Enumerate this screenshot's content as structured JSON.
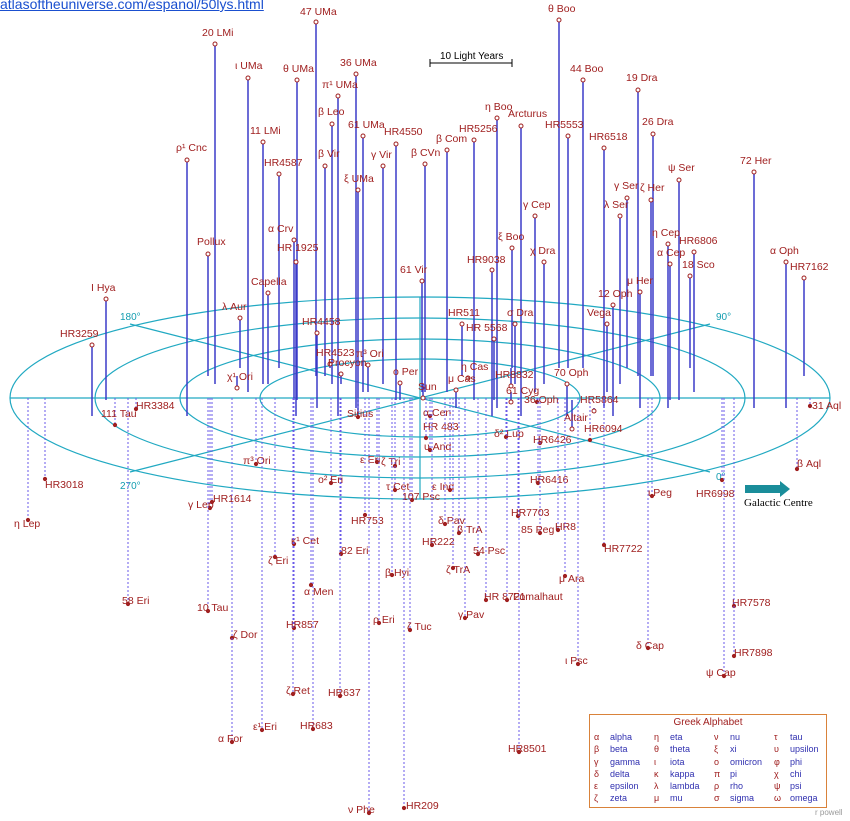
{
  "url": "atlasoftheuniverse.com/espanol/50lys.html",
  "scale_label": "10 Light Years",
  "galactic_centre": "Galactic Centre",
  "credit": "r powell",
  "degrees": [
    "180°",
    "90°",
    "270°",
    "0°"
  ],
  "legend": {
    "title": "Greek Alphabet",
    "columns": [
      [
        {
          "sym": "α",
          "name": "alpha"
        },
        {
          "sym": "β",
          "name": "beta"
        },
        {
          "sym": "γ",
          "name": "gamma"
        },
        {
          "sym": "δ",
          "name": "delta"
        },
        {
          "sym": "ε",
          "name": "epsilon"
        },
        {
          "sym": "ζ",
          "name": "zeta"
        }
      ],
      [
        {
          "sym": "η",
          "name": "eta"
        },
        {
          "sym": "θ",
          "name": "theta"
        },
        {
          "sym": "ι",
          "name": "iota"
        },
        {
          "sym": "κ",
          "name": "kappa"
        },
        {
          "sym": "λ",
          "name": "lambda"
        },
        {
          "sym": "μ",
          "name": "mu"
        }
      ],
      [
        {
          "sym": "ν",
          "name": "nu"
        },
        {
          "sym": "ξ",
          "name": "xi"
        },
        {
          "sym": "ο",
          "name": "omicron"
        },
        {
          "sym": "π",
          "name": "pi"
        },
        {
          "sym": "ρ",
          "name": "rho"
        },
        {
          "sym": "σ",
          "name": "sigma"
        }
      ],
      [
        {
          "sym": "τ",
          "name": "tau"
        },
        {
          "sym": "υ",
          "name": "upsilon"
        },
        {
          "sym": "φ",
          "name": "phi"
        },
        {
          "sym": "χ",
          "name": "chi"
        },
        {
          "sym": "ψ",
          "name": "psi"
        },
        {
          "sym": "ω",
          "name": "omega"
        }
      ]
    ]
  },
  "stars": [
    {
      "name": "θ Boo",
      "above": true
    },
    {
      "name": "47 UMa",
      "above": true
    },
    {
      "name": "20 LMi",
      "above": true
    },
    {
      "name": "ι UMa",
      "above": true
    },
    {
      "name": "θ UMa",
      "above": true
    },
    {
      "name": "36 UMa",
      "above": true
    },
    {
      "name": "π¹ UMa",
      "above": true
    },
    {
      "name": "44 Boo",
      "above": true
    },
    {
      "name": "19 Dra",
      "above": true
    },
    {
      "name": "β Leo",
      "above": true
    },
    {
      "name": "61 UMa",
      "above": true
    },
    {
      "name": "HR4550",
      "above": true
    },
    {
      "name": "η Boo",
      "above": true
    },
    {
      "name": "Arcturus",
      "above": true
    },
    {
      "name": "HR5553",
      "above": true
    },
    {
      "name": "26 Dra",
      "above": true
    },
    {
      "name": "11 LMi",
      "above": true
    },
    {
      "name": "β Com",
      "above": true
    },
    {
      "name": "HR5256",
      "above": true
    },
    {
      "name": "HR6518",
      "above": true
    },
    {
      "name": "ρ¹ Cnc",
      "above": true
    },
    {
      "name": "HR4587",
      "above": true
    },
    {
      "name": "β Vir",
      "above": true
    },
    {
      "name": "γ Vir",
      "above": true
    },
    {
      "name": "β CVn",
      "above": true
    },
    {
      "name": "ψ Ser",
      "above": true
    },
    {
      "name": "72 Her",
      "above": true
    },
    {
      "name": "ξ UMa",
      "above": true
    },
    {
      "name": "γ Ser",
      "above": true
    },
    {
      "name": "ζ Her",
      "above": true
    },
    {
      "name": "λ Ser",
      "above": true
    },
    {
      "name": "γ Cep",
      "above": true
    },
    {
      "name": "α Crv",
      "above": true
    },
    {
      "name": "η Cep",
      "above": true
    },
    {
      "name": "HR 1925",
      "above": true
    },
    {
      "name": "ξ Boo",
      "above": true
    },
    {
      "name": "Pollux",
      "above": true
    },
    {
      "name": "χ Dra",
      "above": true
    },
    {
      "name": "HR6806",
      "above": true
    },
    {
      "name": "α Cep",
      "above": true
    },
    {
      "name": "α Oph",
      "above": true
    },
    {
      "name": "HR9038",
      "above": true
    },
    {
      "name": "18 Sco",
      "above": true
    },
    {
      "name": "HR7162",
      "above": true
    },
    {
      "name": "Capella",
      "above": true
    },
    {
      "name": "61 Vir",
      "above": true
    },
    {
      "name": "I Hya",
      "above": true
    },
    {
      "name": "μ Her",
      "above": true
    },
    {
      "name": "12 Oph",
      "above": true
    },
    {
      "name": "λ Aur",
      "above": true
    },
    {
      "name": "HR511",
      "above": true
    },
    {
      "name": "σ Dra",
      "above": true
    },
    {
      "name": "Vega",
      "above": true
    },
    {
      "name": "HR 5568",
      "above": true
    },
    {
      "name": "HR4458",
      "above": true
    },
    {
      "name": "HR3259",
      "above": true
    },
    {
      "name": "HR4523",
      "above": true
    },
    {
      "name": "η Cas",
      "above": true
    },
    {
      "name": "Procyon",
      "above": true
    },
    {
      "name": "π³ Ori",
      "above": true
    },
    {
      "name": "ο Per",
      "above": true
    },
    {
      "name": "μ Cas",
      "above": true
    },
    {
      "name": "70 Oph",
      "above": true
    },
    {
      "name": "HR8832",
      "above": true
    },
    {
      "name": "χ¹ Ori",
      "above": true
    },
    {
      "name": "Sun",
      "above": true
    },
    {
      "name": "61 Cyg",
      "above": true
    },
    {
      "name": "Altair",
      "above": true
    },
    {
      "name": "HR5864",
      "above": true
    },
    {
      "name": "111 Tau",
      "above": false
    },
    {
      "name": "HR3384",
      "above": false
    },
    {
      "name": "Sirius",
      "above": false
    },
    {
      "name": "α Cen",
      "above": false
    },
    {
      "name": "36 Oph",
      "above": false
    },
    {
      "name": "31 Aql",
      "above": false
    },
    {
      "name": "HR 483",
      "above": false
    },
    {
      "name": "δ² Lup",
      "above": false
    },
    {
      "name": "HR6094",
      "above": false
    },
    {
      "name": "υ And",
      "above": false
    },
    {
      "name": "HR6426",
      "above": false
    },
    {
      "name": "β Aql",
      "above": false
    },
    {
      "name": "ε Eri",
      "above": false
    },
    {
      "name": "ζ Tri",
      "above": false
    },
    {
      "name": "π³ Ori",
      "above": false
    },
    {
      "name": "HR3018",
      "above": false
    },
    {
      "name": "ο² Eri",
      "above": false
    },
    {
      "name": "HR6416",
      "above": false
    },
    {
      "name": "τ Cet",
      "above": false
    },
    {
      "name": "ε Ind",
      "above": false
    },
    {
      "name": "107 Psc",
      "above": false
    },
    {
      "name": "ι Peg",
      "above": false
    },
    {
      "name": "HR6998",
      "above": false
    },
    {
      "name": "γ Lep",
      "above": false
    },
    {
      "name": "HR1614",
      "above": false
    },
    {
      "name": "HR753",
      "above": false
    },
    {
      "name": "δ Pav",
      "above": false
    },
    {
      "name": "HR7703",
      "above": false
    },
    {
      "name": "η Lep",
      "above": false
    },
    {
      "name": "β TrA",
      "above": false
    },
    {
      "name": "85 Peg",
      "above": false
    },
    {
      "name": "HR8",
      "above": false
    },
    {
      "name": "κ¹ Cet",
      "above": false
    },
    {
      "name": "HR222",
      "above": false
    },
    {
      "name": "54 Psc",
      "above": false
    },
    {
      "name": "HR7722",
      "above": false
    },
    {
      "name": "ζ Eri",
      "above": false
    },
    {
      "name": "82 Eri",
      "above": false
    },
    {
      "name": "ζ TrA",
      "above": false
    },
    {
      "name": "μ Ara",
      "above": false
    },
    {
      "name": "β Hyi",
      "above": false
    },
    {
      "name": "α Men",
      "above": false
    },
    {
      "name": "58 Eri",
      "above": false
    },
    {
      "name": "HR 8721",
      "above": false
    },
    {
      "name": "Fomalhaut",
      "above": false
    },
    {
      "name": "HR7578",
      "above": false
    },
    {
      "name": "10 Tau",
      "above": false
    },
    {
      "name": "γ Pav",
      "above": false
    },
    {
      "name": "ρ Eri",
      "above": false
    },
    {
      "name": "ζ Tuc",
      "above": false
    },
    {
      "name": "HR857",
      "above": false
    },
    {
      "name": "ζ Dor",
      "above": false
    },
    {
      "name": "δ Cap",
      "above": false
    },
    {
      "name": "HR7898",
      "above": false
    },
    {
      "name": "ι Psc",
      "above": false
    },
    {
      "name": "ψ Cap",
      "above": false
    },
    {
      "name": "ζ Ret",
      "above": false
    },
    {
      "name": "HR637",
      "above": false
    },
    {
      "name": "ε¹ Eri",
      "above": false
    },
    {
      "name": "HR683",
      "above": false
    },
    {
      "name": "α For",
      "above": false
    },
    {
      "name": "HR8501",
      "above": false
    },
    {
      "name": "ν Phe",
      "above": false
    },
    {
      "name": "HR209",
      "above": false
    }
  ]
}
